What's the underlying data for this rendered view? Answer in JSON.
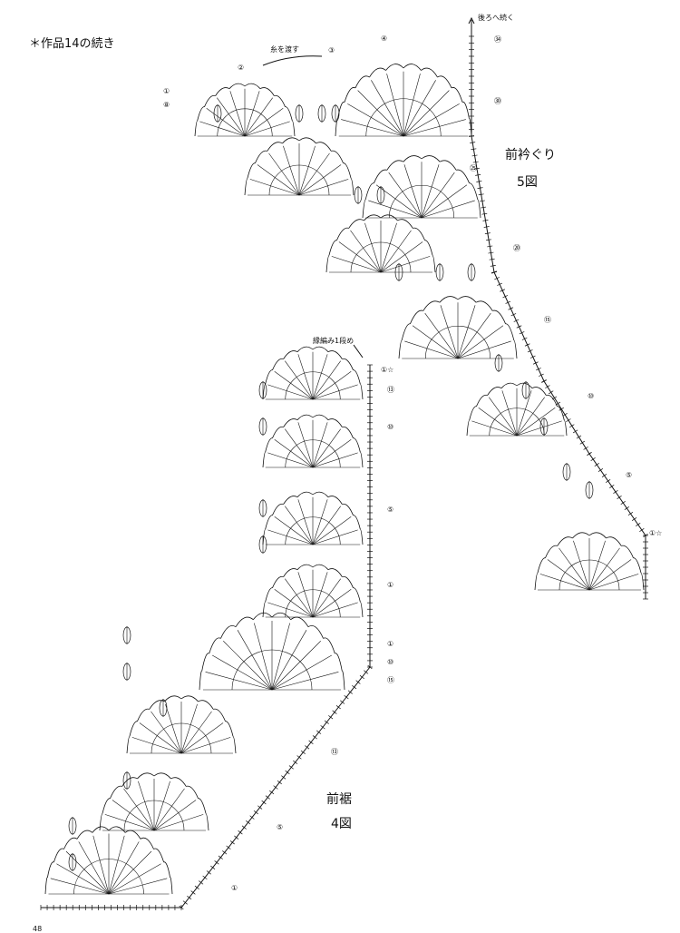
{
  "header": {
    "note": "＊作品14の続き"
  },
  "upper_chart": {
    "continue_label": "後ろへ続く",
    "yarn_note": "糸を渡す",
    "caption_title": "前衿ぐり",
    "caption_figure": "5図",
    "left_markers": [
      "①",
      "⑧"
    ],
    "top_markers": [
      "②",
      "③",
      "④"
    ],
    "right_markers": [
      "㉞",
      "㉚",
      "㉕",
      "⑳",
      "⑮",
      "⑩",
      "⑤",
      "①☆"
    ]
  },
  "lower_chart": {
    "start_label": "縁編み1段め",
    "caption_title": "前裾",
    "caption_figure": "4図",
    "right_markers": [
      "①☆",
      "⑬",
      "⑩",
      "⑤",
      "①",
      "①",
      "⑩",
      "⑮",
      "⑬"
    ],
    "bottom_markers": [
      "⑤",
      "①"
    ]
  },
  "page_number": "48"
}
